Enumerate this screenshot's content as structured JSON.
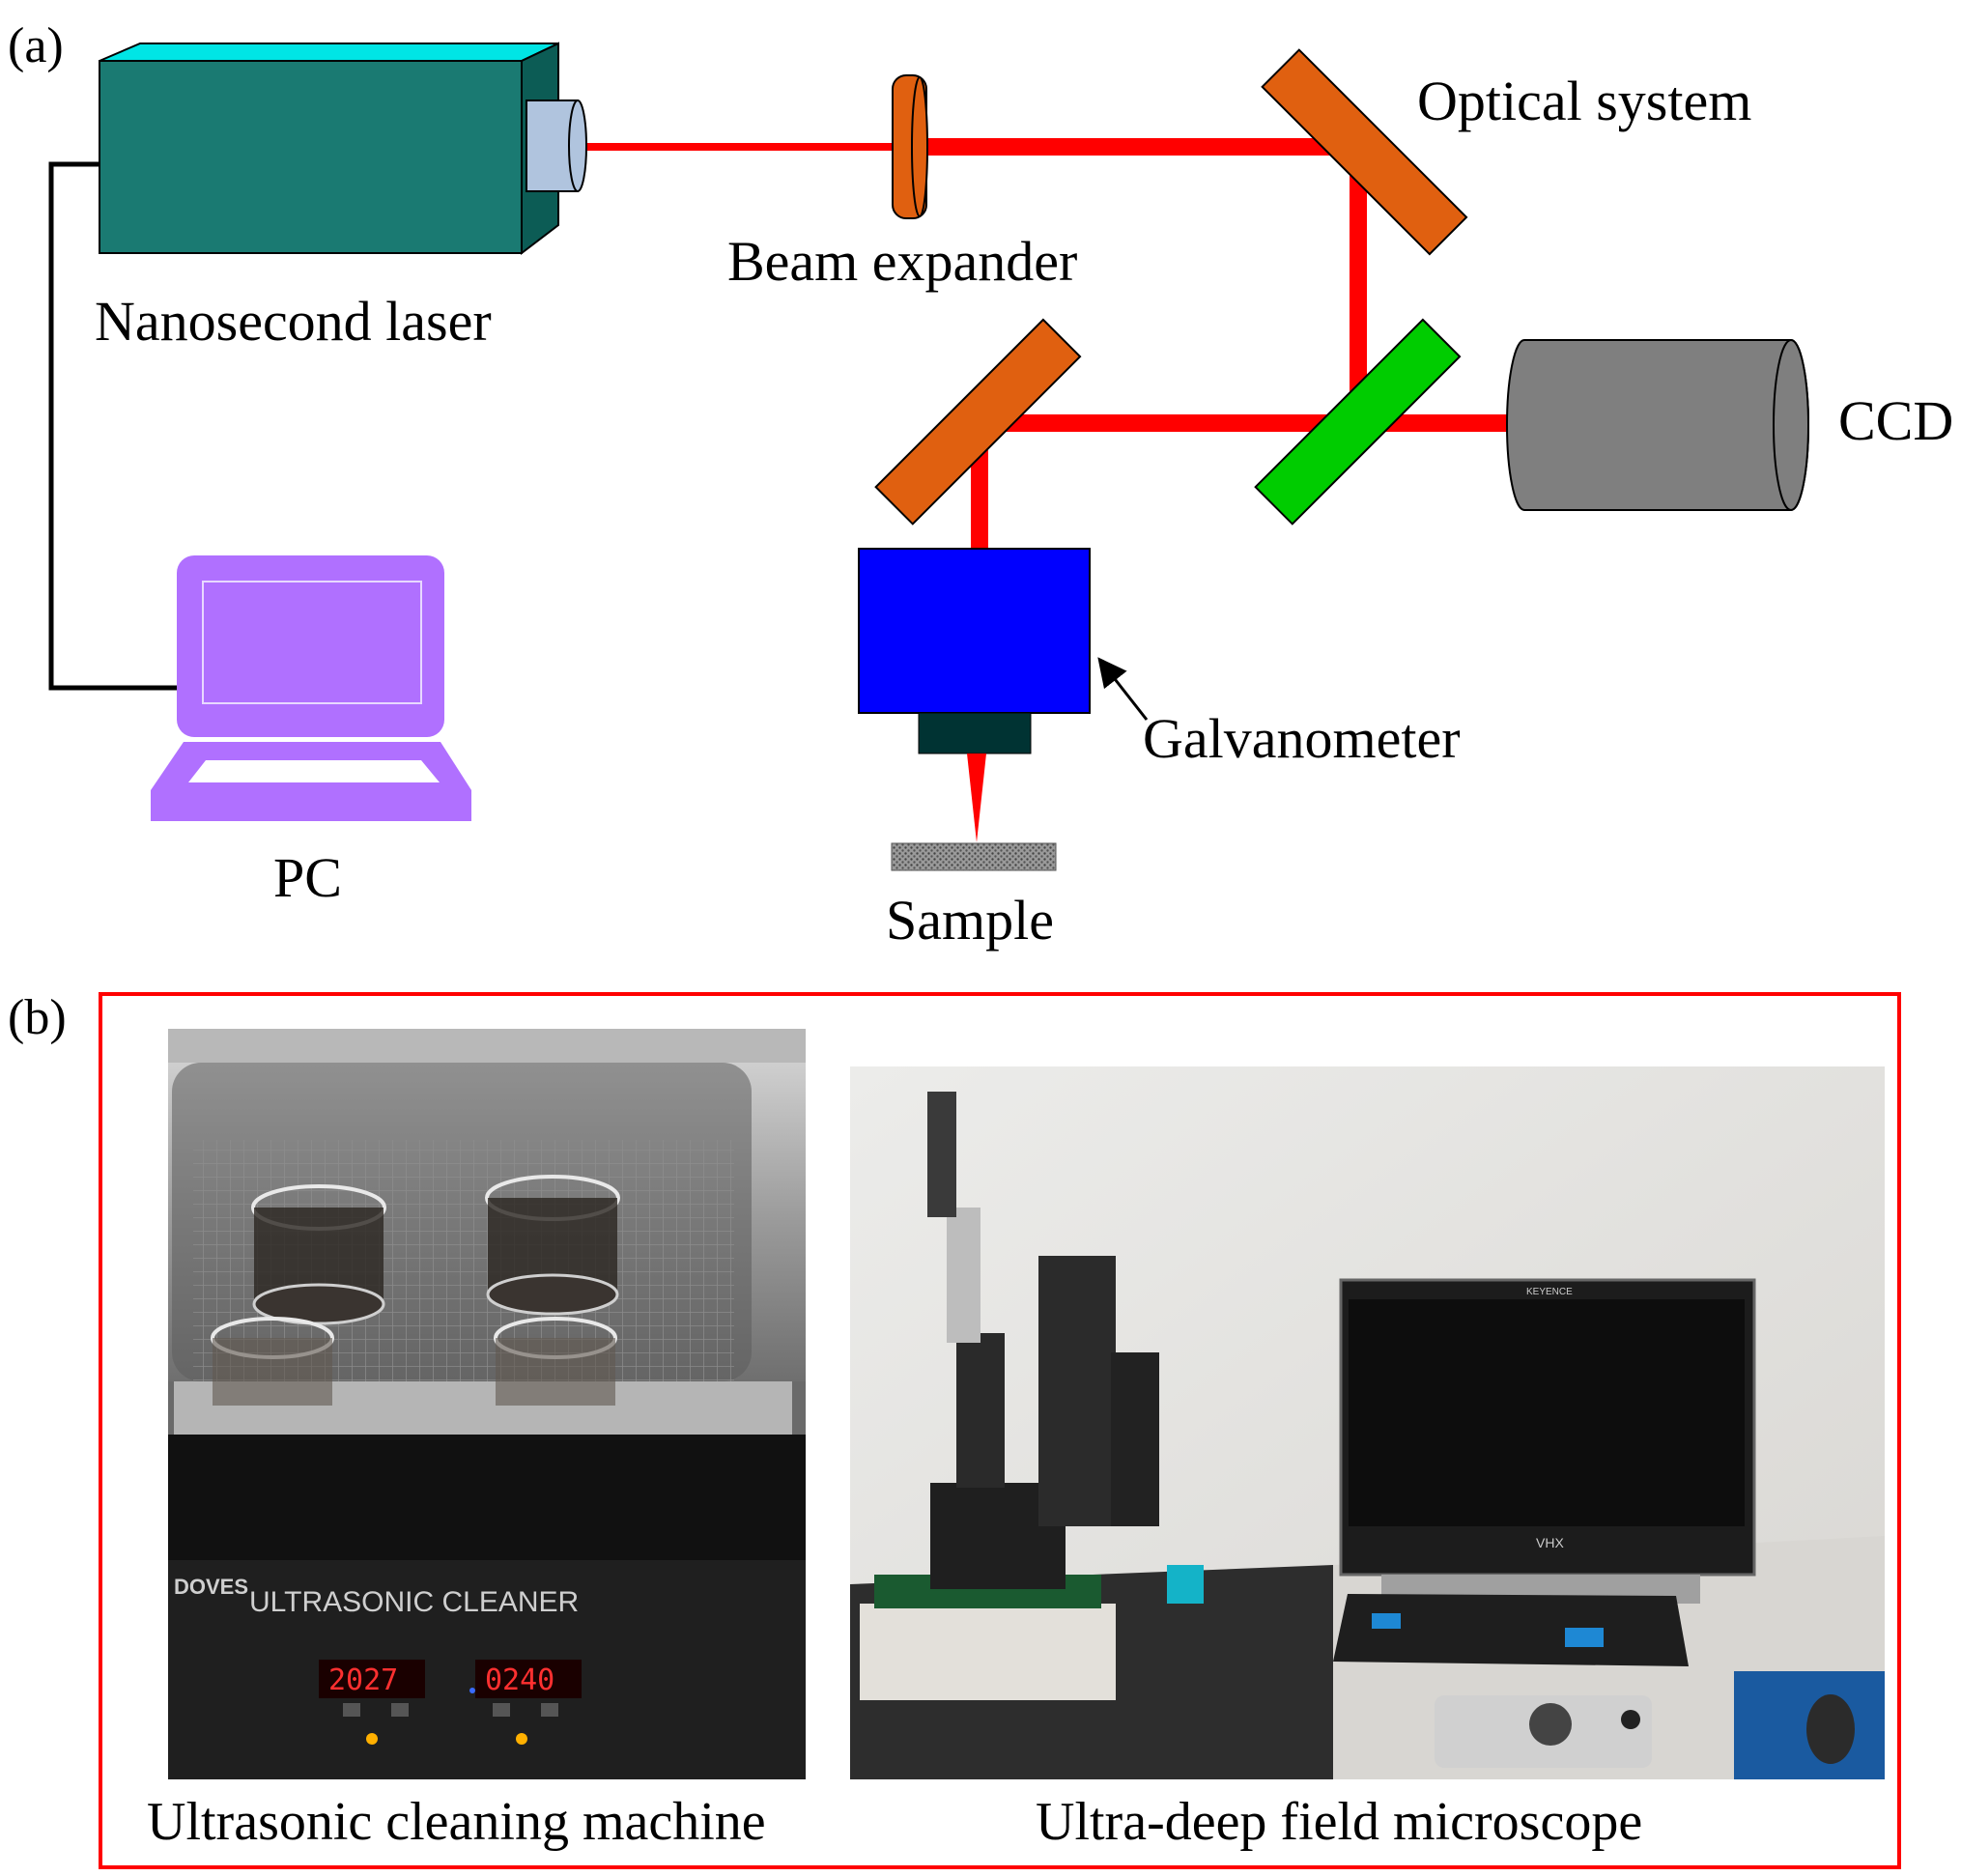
{
  "panel_a": {
    "label": "(a)",
    "components": {
      "laser": "Nanosecond laser",
      "beam_expander": "Beam expander",
      "optical_system": "Optical system",
      "ccd": "CCD",
      "galvanometer": "Galvanometer",
      "sample": "Sample",
      "pc": "PC"
    }
  },
  "panel_b": {
    "label": "(b)",
    "photos": {
      "cleaner_caption": "Ultrasonic cleaning machine",
      "cleaner_brand": "DOVES",
      "cleaner_brand_text": "ULTRASONIC CLEANER",
      "cleaner_display_left": "2027",
      "cleaner_display_right": "0240",
      "microscope_caption": "Ultra-deep field microscope",
      "microscope_brand": "KEYENCE",
      "microscope_model": "VHX"
    }
  },
  "colors": {
    "beam": "#ff0000",
    "laser_front": "#1a7a72",
    "laser_top": "#00e5e5",
    "laser_side": "#0c5c55",
    "aperture": "#b0c4de",
    "mirror": "#e06010",
    "splitter": "#00cc00",
    "ccd": "#7f7f7f",
    "galvanometer": "#0000ff",
    "lens_mount": "#003333",
    "pc": "#b070ff",
    "frame_b": "#ff0000"
  }
}
